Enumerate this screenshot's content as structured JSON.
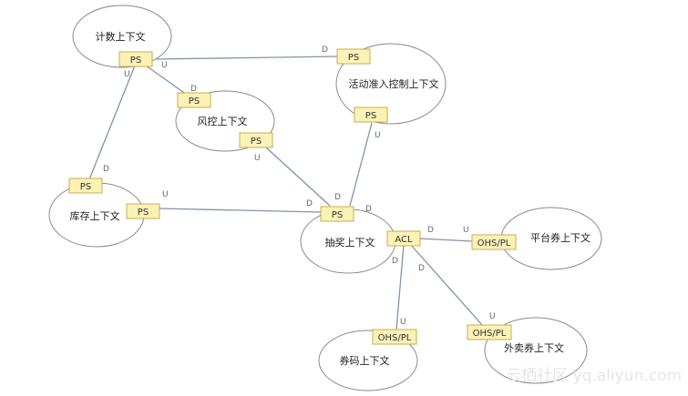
{
  "contexts": {
    "counting": "计数上下文",
    "activity": "活动准入控制上下文",
    "risk": "风控上下文",
    "inventory": "库存上下文",
    "lottery": "抽奖上下文",
    "platform_coupon": "平台券上下文",
    "coupon_code": "券码上下文",
    "takeout_coupon": "外卖券上下文"
  },
  "tags": {
    "counting_ps": "PS",
    "activity_ps_top": "PS",
    "activity_ps_bottom": "PS",
    "risk_ps_top": "PS",
    "risk_ps_bottom": "PS",
    "inventory_ps_top": "PS",
    "inventory_ps_right": "PS",
    "lottery_ps": "PS",
    "lottery_acl": "ACL",
    "platform_ohs": "OHS/PL",
    "coupon_code_ohs": "OHS/PL",
    "takeout_ohs": "OHS/PL"
  },
  "markers": {
    "u": "U",
    "d": "D"
  },
  "watermark": "云栖社区 yq.aliyun.com",
  "colors": {
    "tag_fill": "#fbf2b6",
    "tag_stroke": "#c8ae4e",
    "line": "#7f94ab",
    "ellipse_stroke": "#8a8a8a"
  }
}
